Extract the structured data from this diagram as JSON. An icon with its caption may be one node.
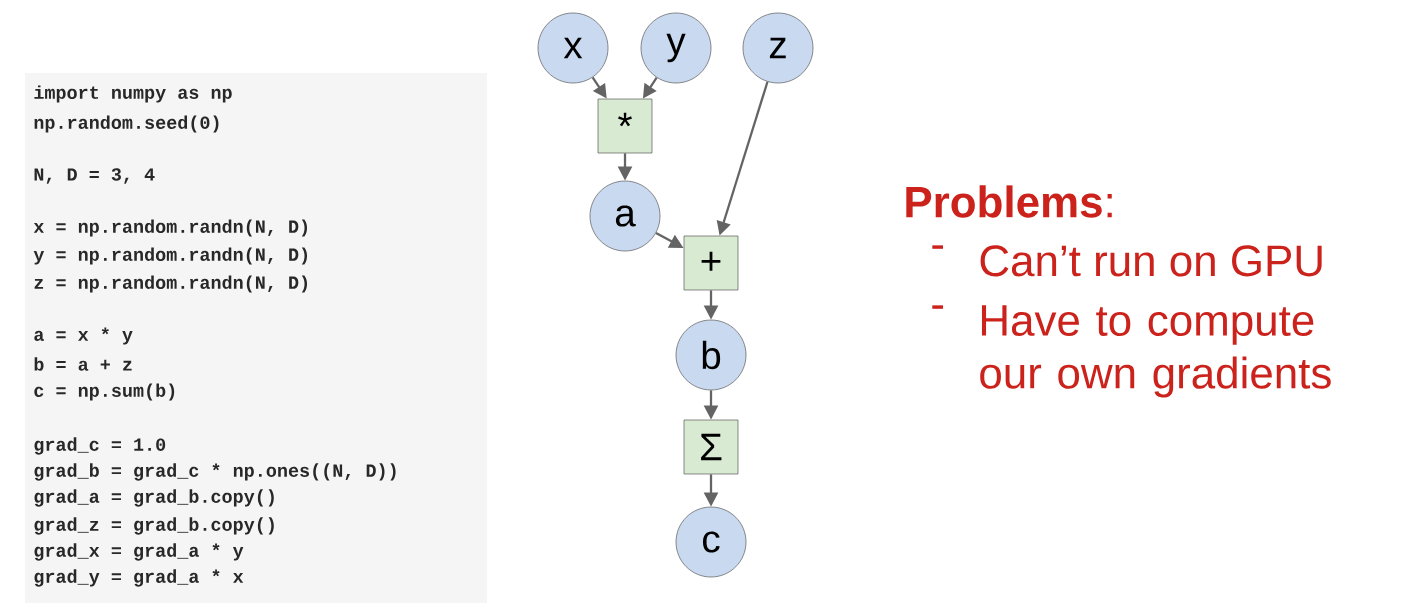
{
  "diagram": {
    "nodes": [
      {
        "text": [
          "x"
        ]
      },
      {
        "text": [
          "y"
        ]
      },
      {
        "text": [
          "z"
        ]
      },
      {
        "text": [
          "*"
        ]
      },
      {
        "text": [
          "a"
        ]
      },
      {
        "text": [
          "+"
        ]
      },
      {
        "text": [
          "b"
        ]
      },
      {
        "text": [
          "Σ"
        ]
      },
      {
        "text": [
          "c"
        ]
      }
    ],
    "edges": [
      {
        "from": 0,
        "to": 3,
        "arrow": "to"
      },
      {
        "from": 1,
        "to": 3,
        "arrow": "to"
      },
      {
        "from": 3,
        "to": 4,
        "arrow": "to"
      },
      {
        "from": 2,
        "to": 5,
        "arrow": "to"
      },
      {
        "from": 4,
        "to": 5,
        "arrow": "to"
      },
      {
        "from": 5,
        "to": 6,
        "arrow": "to"
      },
      {
        "from": 6,
        "to": 7,
        "arrow": "to"
      },
      {
        "from": 7,
        "to": 8,
        "arrow": "to"
      }
    ],
    "labels": [
      "import numpy as np",
      "np.random.seed(0)",
      "N, D = 3, 4",
      "x = np.random.randn(N, D)",
      "y = np.random.randn(N, D)",
      "z = np.random.randn(N, D)",
      "a = x * y",
      "b = a + z",
      "c = np.sum(b)",
      "grad_c = 1.0",
      "grad_b = grad_c * np.ones((N, D))",
      "grad_a = grad_b.copy()",
      "grad_z = grad_b.copy()",
      "grad_x = grad_a * y",
      "grad_y = grad_a * x",
      "**Problems**:",
      "-",
      "Can’t run on GPU",
      "-",
      "Have to compute our own gradients"
    ]
  }
}
